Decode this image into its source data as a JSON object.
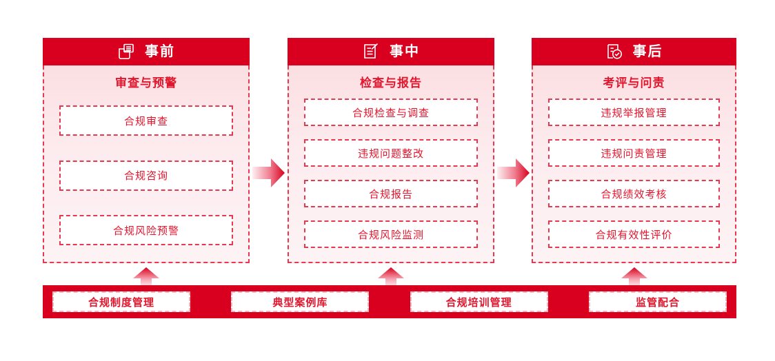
{
  "theme": {
    "brand_red": "#d8001e",
    "accent_red": "#e2152c",
    "dash_red": "#e63950",
    "panel_pink_top": "#fbdfe2",
    "panel_pink_bottom": "#fdf3f4",
    "white": "#ffffff"
  },
  "columns": [
    {
      "id": "before",
      "icon": "archive-box-icon",
      "title": "事前",
      "subtitle": "审查与预警",
      "items": [
        "合规审查",
        "合规咨询",
        "合规风险预警"
      ]
    },
    {
      "id": "during",
      "icon": "document-edit-icon",
      "title": "事中",
      "subtitle": "检查与报告",
      "items": [
        "合规检查与调查",
        "违规问题整改",
        "合规报告",
        "合规风险监测"
      ]
    },
    {
      "id": "after",
      "icon": "document-check-icon",
      "title": "事后",
      "subtitle": "考评与问责",
      "items": [
        "违规举报管理",
        "违规问责管理",
        "合规绩效考核",
        "合规有效性评价"
      ]
    }
  ],
  "flow_arrows": [
    {
      "name": "arrow-before-to-during",
      "direction": "right"
    },
    {
      "name": "arrow-during-to-after",
      "direction": "right"
    }
  ],
  "support_arrows": [
    {
      "name": "arrow-base-to-before",
      "direction": "up"
    },
    {
      "name": "arrow-base-to-during",
      "direction": "up"
    },
    {
      "name": "arrow-base-to-after",
      "direction": "up"
    }
  ],
  "base_bar": {
    "items": [
      "合规制度管理",
      "典型案例库",
      "合规培训管理",
      "监管配合"
    ]
  }
}
